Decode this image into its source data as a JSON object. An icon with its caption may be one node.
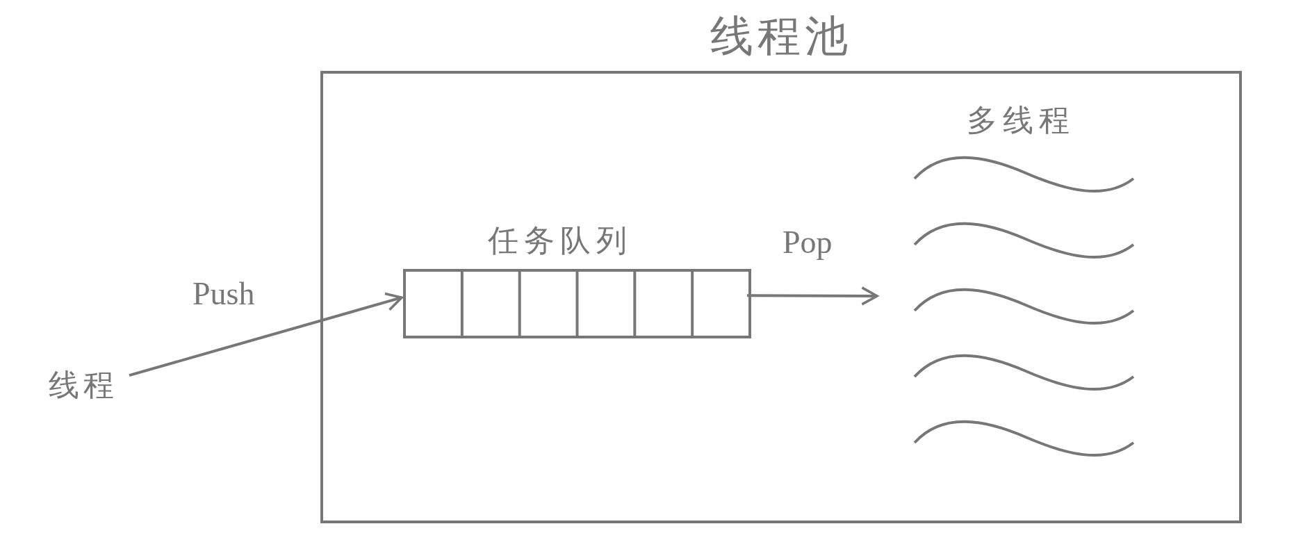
{
  "diagram": {
    "nodes": [
      {
        "text": [
          "线程池"
        ]
      },
      {
        "text": [
          "任务队列"
        ],
        "in": 0
      },
      {
        "text": [
          "多线程"
        ],
        "in": 0
      },
      {
        "text": [
          "线程"
        ]
      }
    ],
    "edges": [
      {
        "from": 3,
        "to": 1,
        "arrow": "to",
        "label": "Push"
      },
      {
        "from": 1,
        "to": 2,
        "arrow": "to",
        "label": "Pop"
      }
    ]
  }
}
